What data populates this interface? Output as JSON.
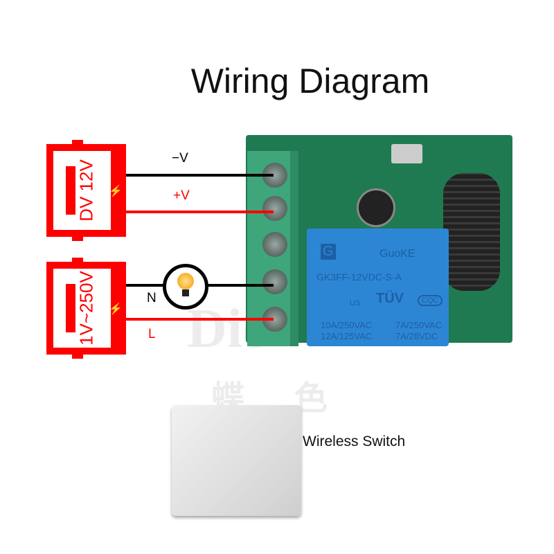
{
  "title": "Wiring Diagram",
  "power_supplies": [
    {
      "label": "DV 12V"
    },
    {
      "label": "1V~250V"
    }
  ],
  "wires": {
    "neg": "−V",
    "pos": "+V",
    "neutral": "N",
    "live": "L"
  },
  "relay": {
    "brand": "GuoKE",
    "model": "GK3FF-12VDC-S-A",
    "cert1": "TÜV",
    "cert2": "CQC",
    "us": "US",
    "rating_left": [
      "10A/250VAC",
      "12A/125VAC"
    ],
    "rating_right": [
      "7A/250VAC",
      "7A/28VDC"
    ]
  },
  "switch_label": "Wireless Switch",
  "watermark": {
    "text": "Dio",
    "chars": [
      "蝶",
      "色"
    ]
  },
  "colors": {
    "red": "#ff0000",
    "relay": "#2d86d4",
    "terminal": "#3fa57a",
    "pcb": "#1f7a52"
  }
}
